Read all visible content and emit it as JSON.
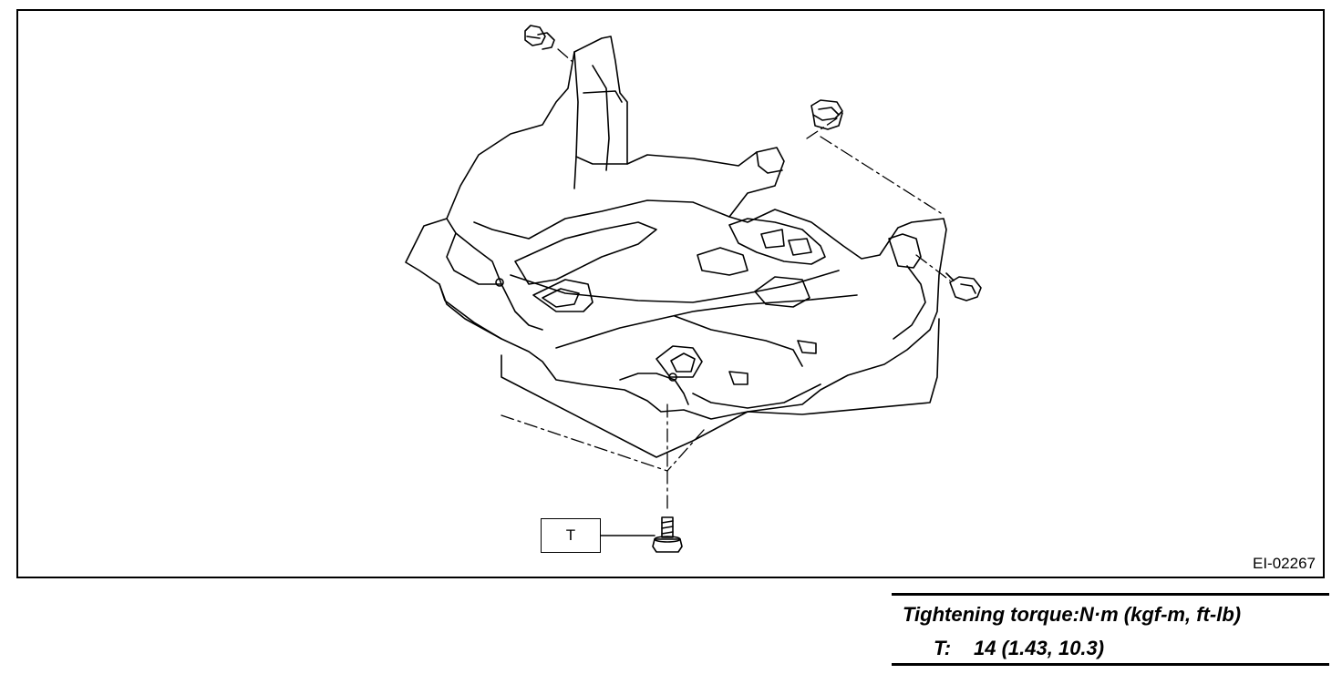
{
  "figure": {
    "callout_label": "T",
    "figure_id": "EI-02267"
  },
  "torque_table": {
    "title": "Tightening torque:N·m (kgf-m, ft-lb)",
    "rows": [
      {
        "symbol": "T:",
        "value": "14 (1.43, 10.3)"
      }
    ]
  },
  "icons": [
    "push-clip-icon",
    "nut-icon",
    "flange-bolt-icon",
    "under-cover-icon"
  ]
}
